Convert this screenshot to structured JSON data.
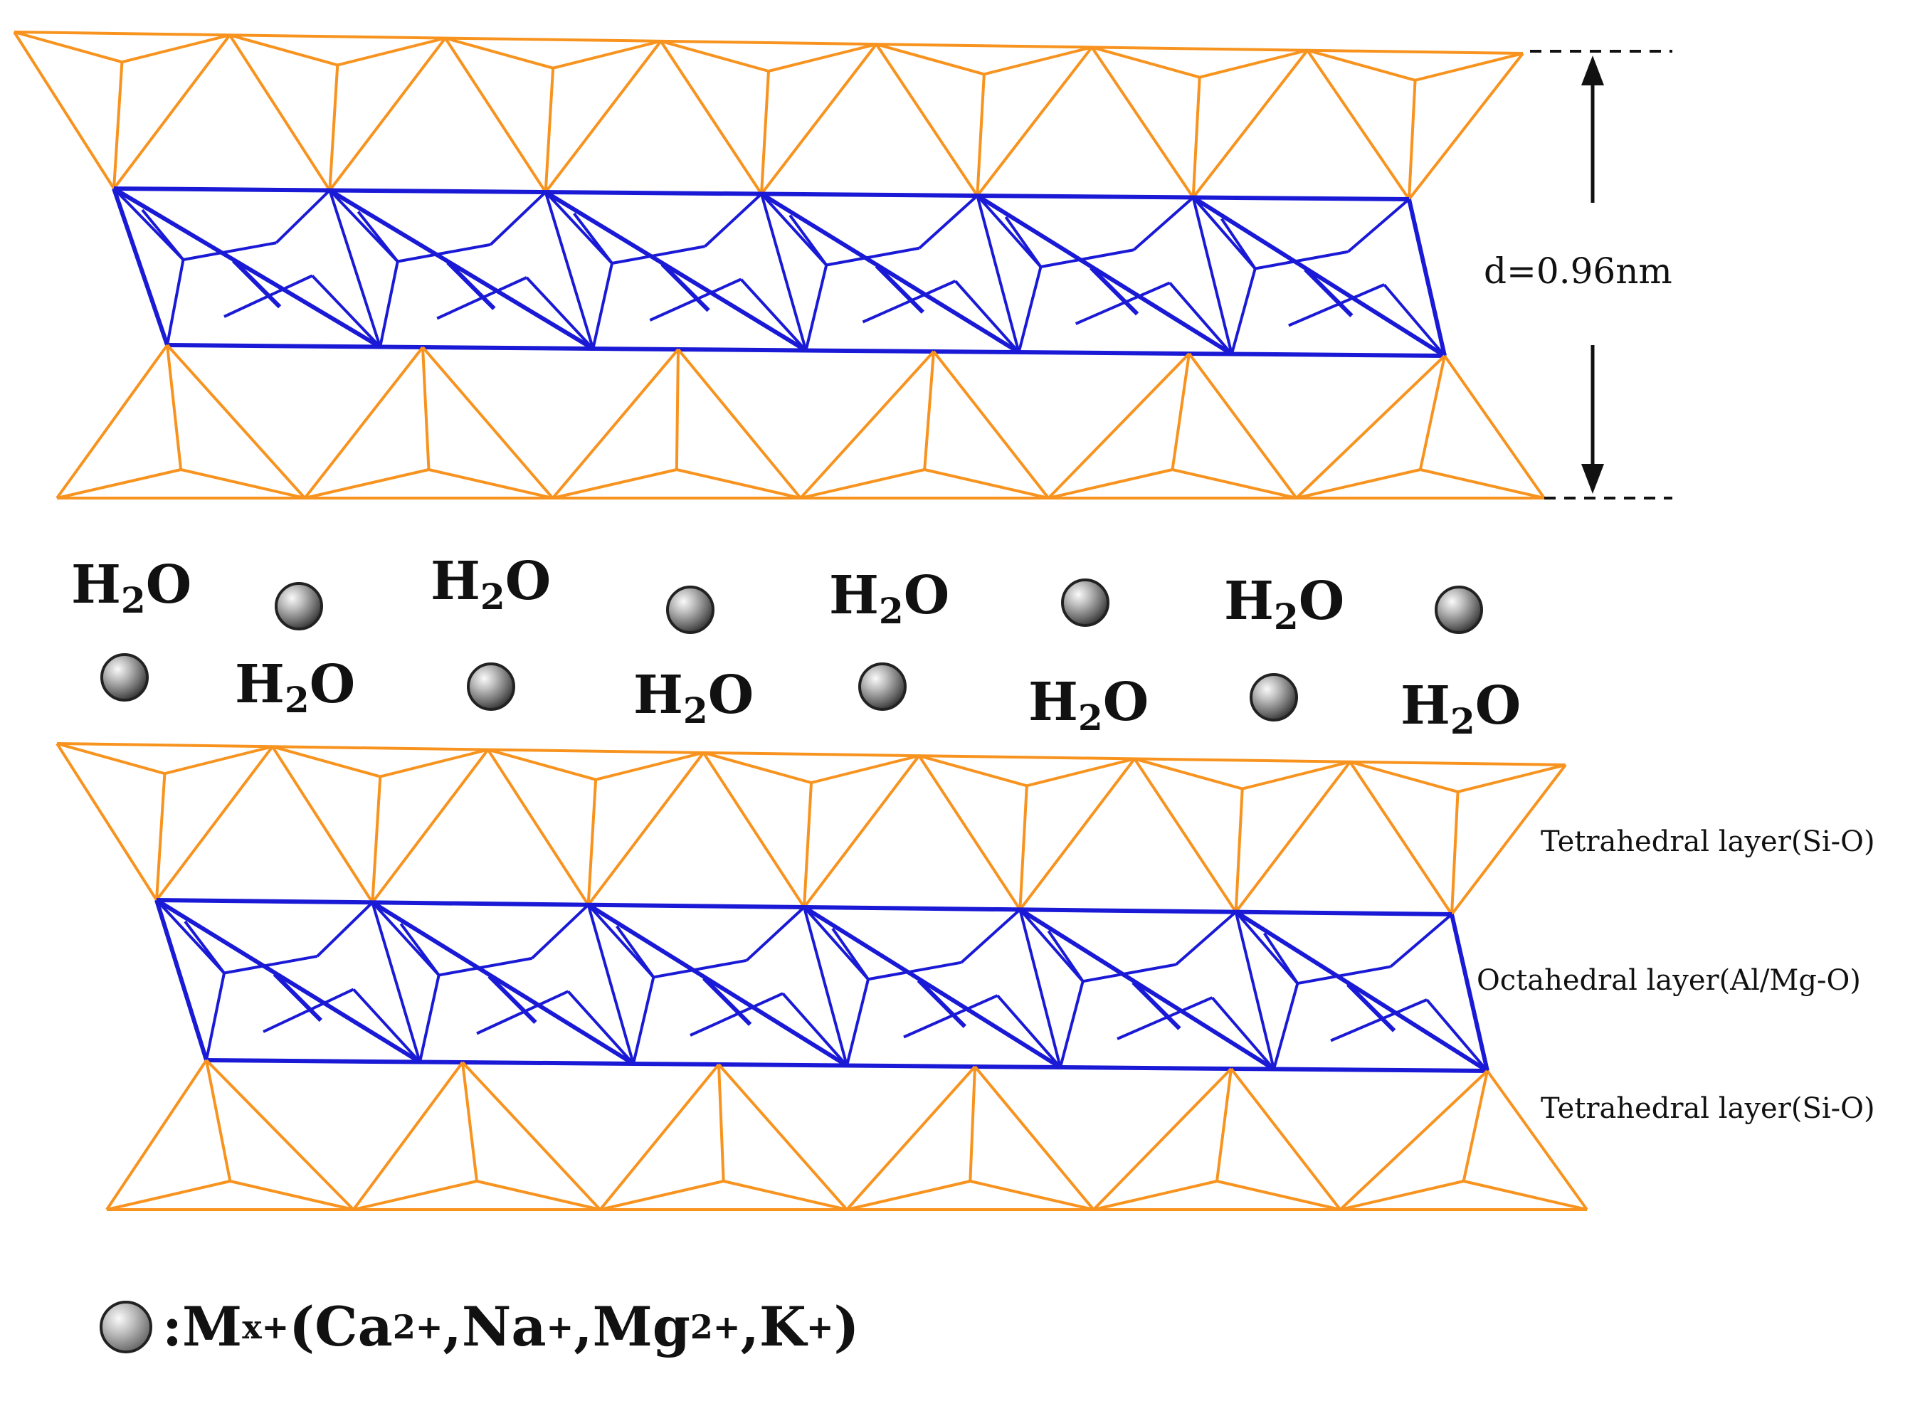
{
  "labels": {
    "d_spacing": "d=0.96nm",
    "tetra_top": "Tetrahedral layer(Si-O)",
    "octa": "Octahedral layer(Al/Mg-O)",
    "tetra_bottom": "Tetrahedral layer(Si-O)"
  },
  "water": {
    "main": "H",
    "sub": "2",
    "tail": "O"
  },
  "legend": {
    "prefix": ":M",
    "charge": "x+",
    "open": "(Ca",
    "ca_charge": "2+",
    "na": ",Na",
    "na_charge": "+",
    "mg": ",Mg",
    "mg_charge": "2+",
    "k": ",K",
    "k_charge": "+",
    "close": ")"
  },
  "colors": {
    "tetrahedral": "#F7931E",
    "octahedral": "#1A1AD6",
    "cation": "#8a8a8a"
  }
}
